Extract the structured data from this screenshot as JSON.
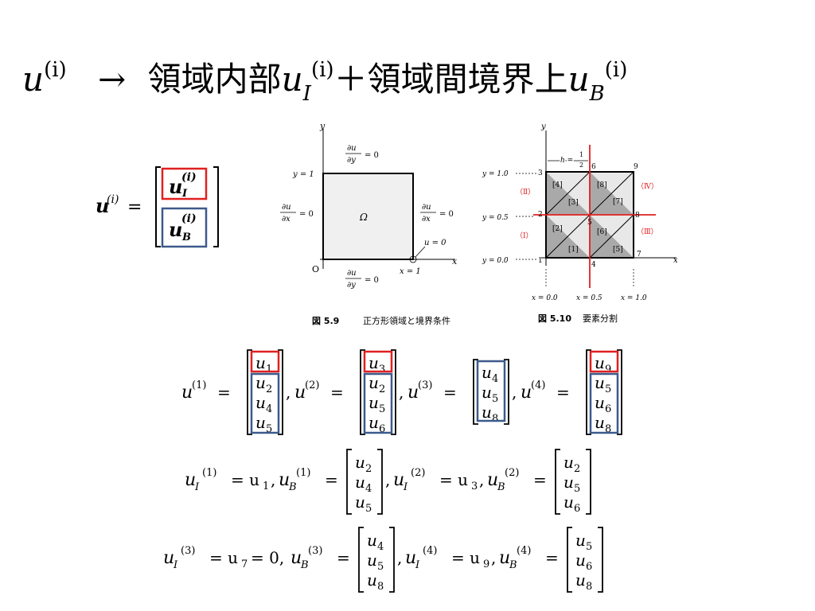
{
  "title": {
    "lhs_var": "u",
    "lhs_sup": "(i)",
    "arrow": "→",
    "interior_text": "領域内部",
    "interior_var": "u",
    "interior_sub": "I",
    "interior_sup": "(i)",
    "plus": "＋",
    "boundary_text": "領域間境界上",
    "boundary_var": "u",
    "boundary_sub": "B",
    "boundary_sup": "(i)"
  },
  "vector_def": {
    "lhs": "u",
    "lhs_sup": "(i)",
    "eq": "=",
    "top_var": "u",
    "top_sub": "I",
    "top_sup": "(i)",
    "bottom_var": "u",
    "bottom_sub": "B",
    "bottom_sup": "(i)"
  },
  "figure_59": {
    "y_axis": "y",
    "x_axis": "x",
    "origin": "O",
    "y_eq_1": "y = 1",
    "x_eq_1": "x = 1",
    "omega": "Ω",
    "bc_top_num": "∂u",
    "bc_top_den": "∂y",
    "bc_top_rhs": "= 0",
    "bc_bottom_num": "∂u",
    "bc_bottom_den": "∂y",
    "bc_bottom_rhs": "= 0",
    "bc_left_num": "∂u",
    "bc_left_den": "∂x",
    "bc_left_rhs": "= 0",
    "bc_right_num": "∂u",
    "bc_right_den": "∂x",
    "bc_right_rhs": "= 0",
    "u_zero": "u = 0",
    "caption_num": "図 5.9",
    "caption_text": "正方形領域と境界条件"
  },
  "figure_510": {
    "y_axis": "y",
    "x_axis": "x",
    "h_label": "h =",
    "h_num": "1",
    "h_den": "2",
    "y_labels": [
      "y = 1.0",
      "y = 0.5",
      "y = 0.0"
    ],
    "x_labels": [
      "x = 0.0",
      "x = 0.5",
      "x = 1.0"
    ],
    "nodes": [
      "1",
      "2",
      "3",
      "4",
      "5",
      "6",
      "7",
      "8",
      "9"
    ],
    "elements": [
      "[1]",
      "[2]",
      "[3]",
      "[4]",
      "[5]",
      "[6]",
      "[7]",
      "[8]"
    ],
    "regions": [
      "（Ⅰ）",
      "（Ⅱ）",
      "（Ⅲ）",
      "（Ⅳ）"
    ],
    "caption_num": "図 5.10",
    "caption_text": "要素分割"
  },
  "vectors": [
    {
      "lhs_sup": "(1)",
      "entries": [
        "1",
        "2",
        "4",
        "5"
      ],
      "red_count": 1,
      "sep": ","
    },
    {
      "lhs_sup": "(2)",
      "entries": [
        "3",
        "2",
        "5",
        "6"
      ],
      "red_count": 1,
      "sep": ","
    },
    {
      "lhs_sup": "(3)",
      "entries": [
        "4",
        "5",
        "8"
      ],
      "red_count": 0,
      "sep": ","
    },
    {
      "lhs_sup": "(4)",
      "entries": [
        "9",
        "5",
        "6",
        "8"
      ],
      "red_count": 1,
      "sep": ""
    }
  ],
  "line1": {
    "uI1_sup": "(1)",
    "uI1_val": "= u",
    "uI1_sub": "1",
    "comma": ",",
    "uB1_sup": "(1)",
    "uB1_entries": [
      "2",
      "4",
      "5"
    ],
    "uI2_sup": "(2)",
    "uI2_val": "= u",
    "uI2_sub": "3",
    "uB2_sup": "(2)",
    "uB2_entries": [
      "2",
      "5",
      "6"
    ]
  },
  "line2": {
    "uI3_sup": "(3)",
    "uI3_val": "= u",
    "uI3_sub": "7",
    "uI3_tail": "= 0,",
    "uB3_sup": "(3)",
    "uB3_entries": [
      "4",
      "5",
      "8"
    ],
    "uI4_sup": "(4)",
    "uI4_val": "= u",
    "uI4_sub": "9",
    "uB4_sup": "(4)",
    "uB4_entries": [
      "5",
      "6",
      "8"
    ]
  },
  "colors": {
    "interior_box": "#e02020",
    "boundary_box": "#3c5a8c",
    "mesh_line": "#e02020",
    "element_fill": "#a9a9a9",
    "element_light": "#e8e8e8"
  }
}
